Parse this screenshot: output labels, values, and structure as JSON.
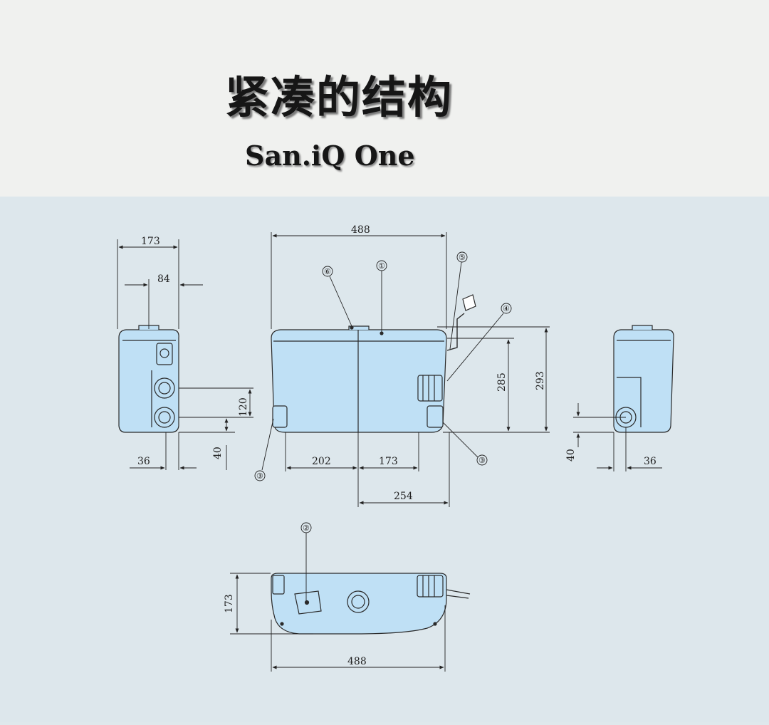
{
  "header": {
    "title": "紧凑的结构",
    "subtitle": "San.iQ One"
  },
  "colors": {
    "body_fill": "#bfe0f5",
    "outline": "#2a2a2a",
    "background": "#dde7ec",
    "header_background": "#f0f1ef"
  },
  "dimensions": {
    "side_width": "173",
    "side_inlet_offset": "84",
    "side_outlet_height": "120",
    "side_bottom_height": "40",
    "side_outlet_offset": "36",
    "front_width": "488",
    "front_height_body": "285",
    "front_height_total": "293",
    "front_left_offset": "202",
    "front_mid_offset": "173",
    "front_right_offset": "254",
    "right_bottom_height": "40",
    "right_outlet_offset": "36",
    "top_depth": "173",
    "top_width": "488"
  },
  "callouts": {
    "c1": "①",
    "c2": "②",
    "c3a": "③",
    "c3b": "③",
    "c4": "④",
    "c5": "⑤",
    "c6": "⑥"
  }
}
